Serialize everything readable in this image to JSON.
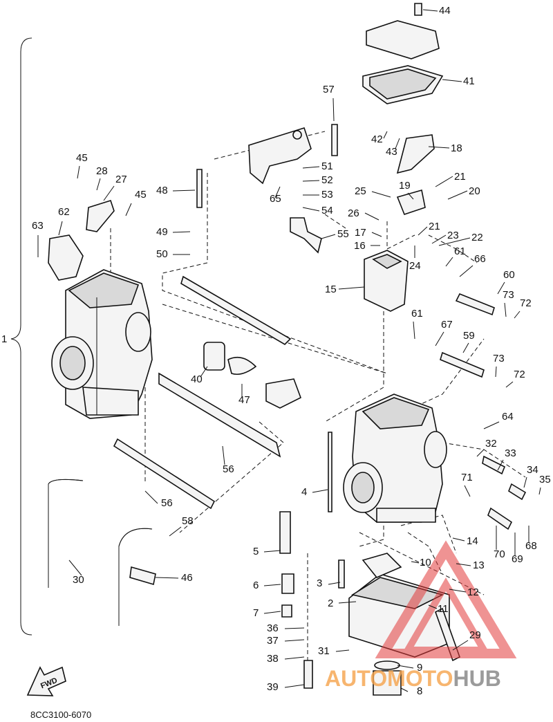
{
  "figure_code": "8CC3100-6070",
  "direction_label": "FWD",
  "watermark": {
    "brand_part1": "AUTO",
    "brand_part2": "MOTO",
    "brand_part3": "HUB",
    "colors": {
      "orange": "#f5a24b",
      "red": "#e23b3b",
      "gray": "#8a8a8a"
    }
  },
  "callouts": [
    "1",
    "2",
    "3",
    "4",
    "5",
    "6",
    "7",
    "8",
    "9",
    "10",
    "11",
    "12",
    "13",
    "14",
    "15",
    "16",
    "17",
    "18",
    "19",
    "20",
    "21",
    "21",
    "22",
    "23",
    "24",
    "25",
    "26",
    "27",
    "28",
    "29",
    "30",
    "31",
    "32",
    "33",
    "34",
    "35",
    "36",
    "37",
    "38",
    "39",
    "40",
    "41",
    "42",
    "43",
    "44",
    "45",
    "45",
    "46",
    "47",
    "48",
    "49",
    "50",
    "51",
    "52",
    "53",
    "54",
    "55",
    "56",
    "56",
    "57",
    "58",
    "59",
    "60",
    "61",
    "61",
    "62",
    "63",
    "64",
    "65",
    "66",
    "67",
    "68",
    "69",
    "70",
    "71",
    "72",
    "72",
    "73",
    "73"
  ]
}
